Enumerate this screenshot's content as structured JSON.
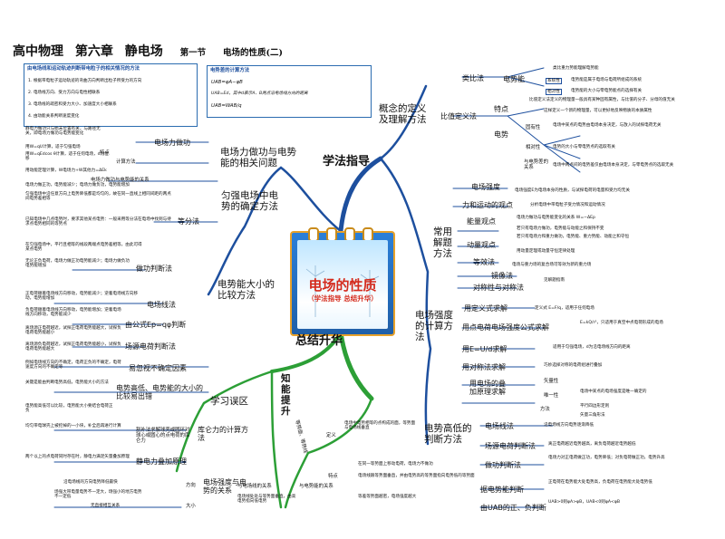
{
  "title": {
    "book": "高中物理",
    "chapter": "第六章",
    "name": "静电场",
    "section": "第一节",
    "section_title": "电场的性质(二)"
  },
  "center": {
    "title": "电场的性质",
    "subtitle": "（学法指导 总结升华）"
  },
  "branches": {
    "xuefa": "学法指导",
    "zongjie": "总结升华",
    "zhishi": "知能提升"
  },
  "left_top_box": {
    "title": "由电场线和运动轨迹判断带电粒子的相关情况的方法",
    "items": [
      "1. 根据带电粒子运动轨迹的弯曲方向判断出粒子所受力的方向",
      "2. 电场线方向、受力方向与电性相联系",
      "3. 电场线的疏密和受力大小、加速度大小相联系",
      "4. 由动能关系判断速度变化"
    ]
  },
  "formula_box": {
    "title": "电势差的计算方法",
    "rows": [
      "UAB=φA−φB",
      "UAB=Ed，其中d表示A、B两点沿电场线方向的距离",
      "UAB=WAB/q"
    ]
  },
  "left_nodes": {
    "n1": "电场力做功与电势能的相关问题",
    "n2": "匀强电场中电势的确定方法",
    "n3": "电势能大小的比较方法",
    "n4": "学习误区",
    "n5": "电场强度与电势的关系"
  },
  "left_subnodes": {
    "ln1": "电场力做功",
    "ln2": "计算方法",
    "ln3": "特点",
    "ln4": "电场力做功与电势能的关系",
    "ln5": "等分法",
    "ln6": "做功判断法",
    "ln7": "电场线法",
    "ln8": "由公式Ep=qφ判断",
    "ln9": "场源电荷判断法",
    "ln10": "易忽视不确定因素",
    "ln11": "电势高低、电势能的大小的比较易出错",
    "ln12": "库仑力的计算方法",
    "ln13": "静电力叠加原理",
    "ln14": "割补法求解球壳或圆环对球心或圆心的点电荷的库仑力",
    "ln15": "方向",
    "ln16": "大小",
    "ln17": "与电场线的关系",
    "ln18": "与电势能的关系",
    "ln19": "电势能的正负",
    "ln20": "等势面、等势线",
    "ln21": "定义",
    "ln22": "特点"
  },
  "left_notes": [
    "静电力做功只与始末位置有关，与路径无关，即电场力做功与电势能变化",
    "用W=qU计算，适于匀强电场",
    "用W=qEdcos θ计算，适于任何电场，d为位移",
    "用动能定理计算，W电场力+W其他力=ΔEk",
    "电场力做正功，电势能减少；电场力做负功，电势能增加",
    "匀强电场中沿任意方向上电势降低都是均匀的，故在同一直线上相同间距的两点间电势差相等",
    "已知电场中几点电势时，要求其他某点电势：一般采用等分法在电场中找到与待求点电势相同的等势点",
    "在匀强电场中，平行且相等的线段两端点电势差相等，由此可得某点电势",
    "无论正负电荷，电场力做正功电势能减少；电场力做负功电势能增加",
    "正电荷顺着电场线方向移动，电势能减少；逆着电场线方向移动，电势能增加",
    "负电荷顺着电场线方向移动，电势能增加；逆着电场线方向移动，电势能减少",
    "离场源正电荷越近，试探正电荷电势能越大，试探负电荷电势能越小",
    "离场源负电荷越近，试探正电荷电势能越小，试探负电荷电势能越大",
    "例如电场线方向的不确定，电荷正负的不确定，电荷速度方向的不确定等",
    "关键是能由判断电势高低，电势能大小的方法",
    "电势能高低可以比较，电势能大小要结合电荷正负",
    "均匀带电球壳上被挖掉的一小块，补全后再进行计算",
    "两个以上的点电荷同时存在时，静电力满足矢量叠加原理",
    "沿电场线的方向电势降低最快",
    "场强大带电量电势不一定大，场强小的地方电势不一定低",
    "无直接相互关系"
  ],
  "right_nodes": {
    "r1": "概念的定义及理解方法",
    "r2": "常用解题方法",
    "r3": "电场强度的计算方法",
    "r4": "电势高低的判断方法"
  },
  "right_subnodes": {
    "a1": "类比法",
    "a2": "电势能",
    "a3": "系统性",
    "a4": "相对性",
    "a5": "比值定义法",
    "a6": "特点",
    "a7": "电势",
    "a8": "固有性",
    "a9": "相对性",
    "a10": "与电势差的关系",
    "a11": "电场强度",
    "b1": "力和运动的观点",
    "b2": "能量观点",
    "b3": "动量观点",
    "b4": "等效法",
    "b5": "镜像法",
    "b6": "对称性与对称法",
    "b7": "见解题指南",
    "c1": "用定义式求解",
    "c2": "用点电荷电场强度公式求解",
    "c3": "用E=U/d求解",
    "c4": "用对称法求解",
    "c5": "用电场的叠加原理求解",
    "c6": "矢量性",
    "c7": "唯一性",
    "c8": "方法",
    "c9": "平行四边形定则",
    "c10": "矢量三角形法",
    "d1": "电场线法",
    "d2": "场源电荷判断法",
    "d3": "做功判断法",
    "d4": "据电势能判断",
    "d5": "由UAB的正、负判断"
  },
  "right_notes": [
    "类比重力势能理解电势能",
    "电势能是属于电场与电荷所组成的系统",
    "电势能的大小与零电势能点的选择有关",
    "比值定义法定义的物理量一般具有某种固有属性，与比值的分子、分母的值无关",
    "这样定义一个新的物理量，可以更好地反映物质的本质属性",
    "电场中某点的电势由电场本身决定，与放入的试探电荷无关",
    "电势的大小与零电势点的选取有关",
    "电场中两点间的电势差仅由电场本身决定，与零电势点的选取无关",
    "电场强度E为电场本身的性质，与试探电荷的电量和受力均无关",
    "分析电场中带电粒子受力情况和运动情况",
    "电场力做功与电势能变化的关系 W=−ΔEp",
    "若只有电场力做功，电势能与动能之和保持不变",
    "若只有电场力和重力做功，电势能、重力势能、动能之和守恒",
    "用动量定理或动量守恒定律处理",
    "电场与重力场的复合场可等效为新的重力场",
    "定义式 E=F/q，适用于任何电场",
    "E=kQ/r²，只适用于真空中点电荷形成的电场",
    "适用于匀强电场，d为沿电场线方向的距离",
    "巧妙选择对称的电荷组进行叠加",
    "电场中某点的电场强度是唯一确定的",
    "沿电场线方向电势逐渐降低",
    "离正电荷越近电势越高，离负电荷越近电势越低",
    "电场力对正电荷做正功，电势降低；对负电荷做正功，电势升高",
    "正电荷在电势能大处电势高，负电荷在电势能大处电势低",
    "UAB>0则φA>φB，UAB<0则φA<φB"
  ],
  "bottom_notes": [
    "电场中电势相等的点构成的面，等势面与电场线垂直",
    "在同一等势面上移动电荷，电场力不做功",
    "电场线跟等势面垂直，并由电势高的等势面指向电势低的等势面",
    "等差等势面越密，电场强度越大",
    "电场线处处与等势面垂直，由高电势指向低电势"
  ]
}
